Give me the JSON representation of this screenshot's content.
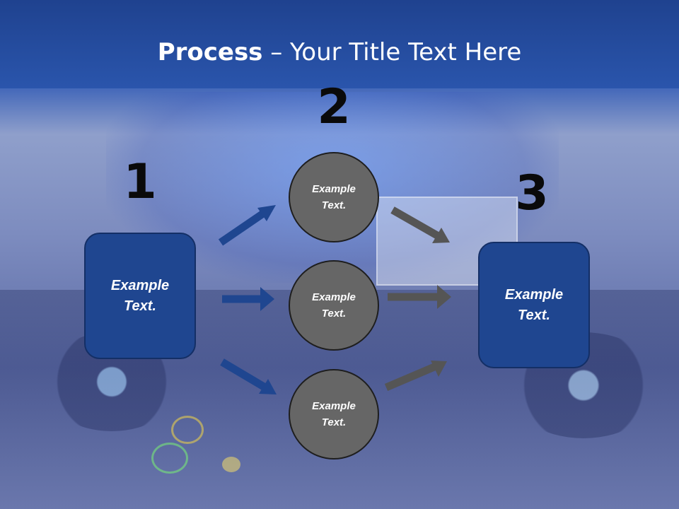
{
  "slide": {
    "title_bold": "Process",
    "title_rest": " – Your Title Text Here"
  },
  "steps": {
    "one": "1",
    "two": "2",
    "three": "3"
  },
  "boxes": {
    "left": "Example\nText.",
    "right": "Example\nText."
  },
  "circles": {
    "top": "Example\nText.",
    "middle": "Example\nText.",
    "bottom": "Example\nText."
  },
  "colors": {
    "title_bar": "#2a55ac",
    "box_fill": "#1f4690",
    "circle_fill": "#666666",
    "arrow_blue": "#1f4690",
    "arrow_gray": "#555555"
  }
}
